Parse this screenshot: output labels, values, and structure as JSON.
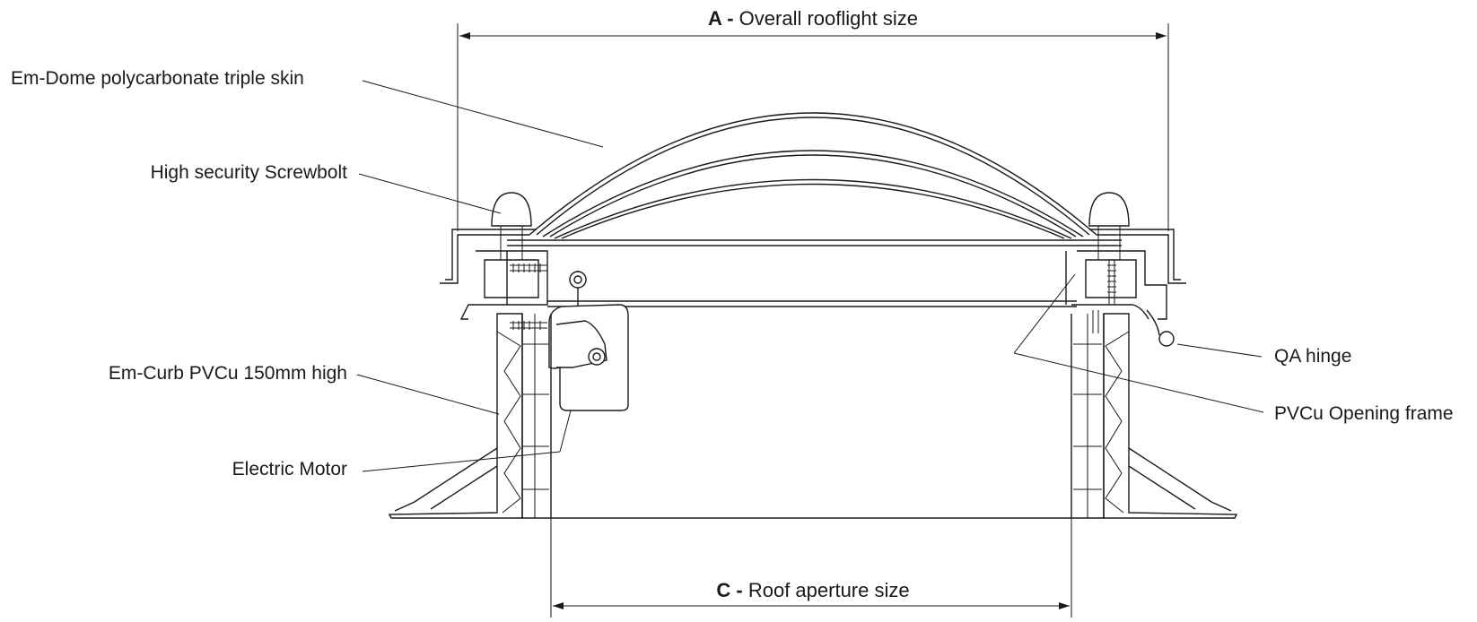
{
  "dimensions": {
    "a_letter": "A -",
    "a_text": "Overall rooflight size",
    "c_letter": "C -",
    "c_text": "Roof aperture size"
  },
  "labels": {
    "dome": "Em-Dome polycarbonate triple skin",
    "screwbolt": "High security Screwbolt",
    "curb": "Em-Curb PVCu 150mm high",
    "motor": "Electric Motor",
    "hinge": "QA hinge",
    "frame": "PVCu Opening frame"
  },
  "colors": {
    "line": "#1a1a1a",
    "background": "#ffffff"
  }
}
